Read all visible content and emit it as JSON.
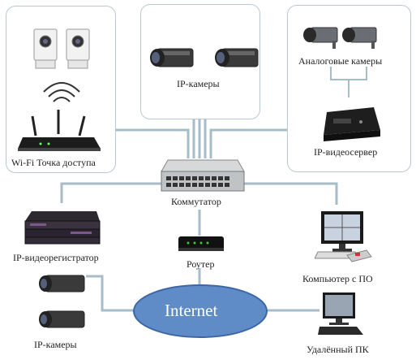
{
  "labels": {
    "wifi_ap": "Wi-Fi Точка доступа",
    "ip_cameras_top": "IP-камеры",
    "analog_cameras": "Аналоговые камеры",
    "ip_video_server": "IP-видеосервер",
    "switch": "Коммутатор",
    "ip_dvr": "IP-видеорегистратор",
    "router": "Роутер",
    "computer": "Компьютер с ПО",
    "ip_cameras_bottom": "IP-камеры",
    "remote_pc": "Удалённый ПК",
    "internet": "Internet"
  },
  "colors": {
    "link_line": "#a7bcc9",
    "box_border": "#b9c9d4",
    "cloud_fill": "#5f8bc6",
    "cloud_border": "#3d66a6"
  },
  "icons": [
    "wifi-camera-icon",
    "wifi-signal-icon",
    "wifi-router-icon",
    "ip-camera-icon",
    "analog-camera-icon",
    "video-server-icon",
    "network-switch-icon",
    "dvr-icon",
    "router-icon",
    "desktop-computer-icon",
    "remote-pc-icon"
  ]
}
